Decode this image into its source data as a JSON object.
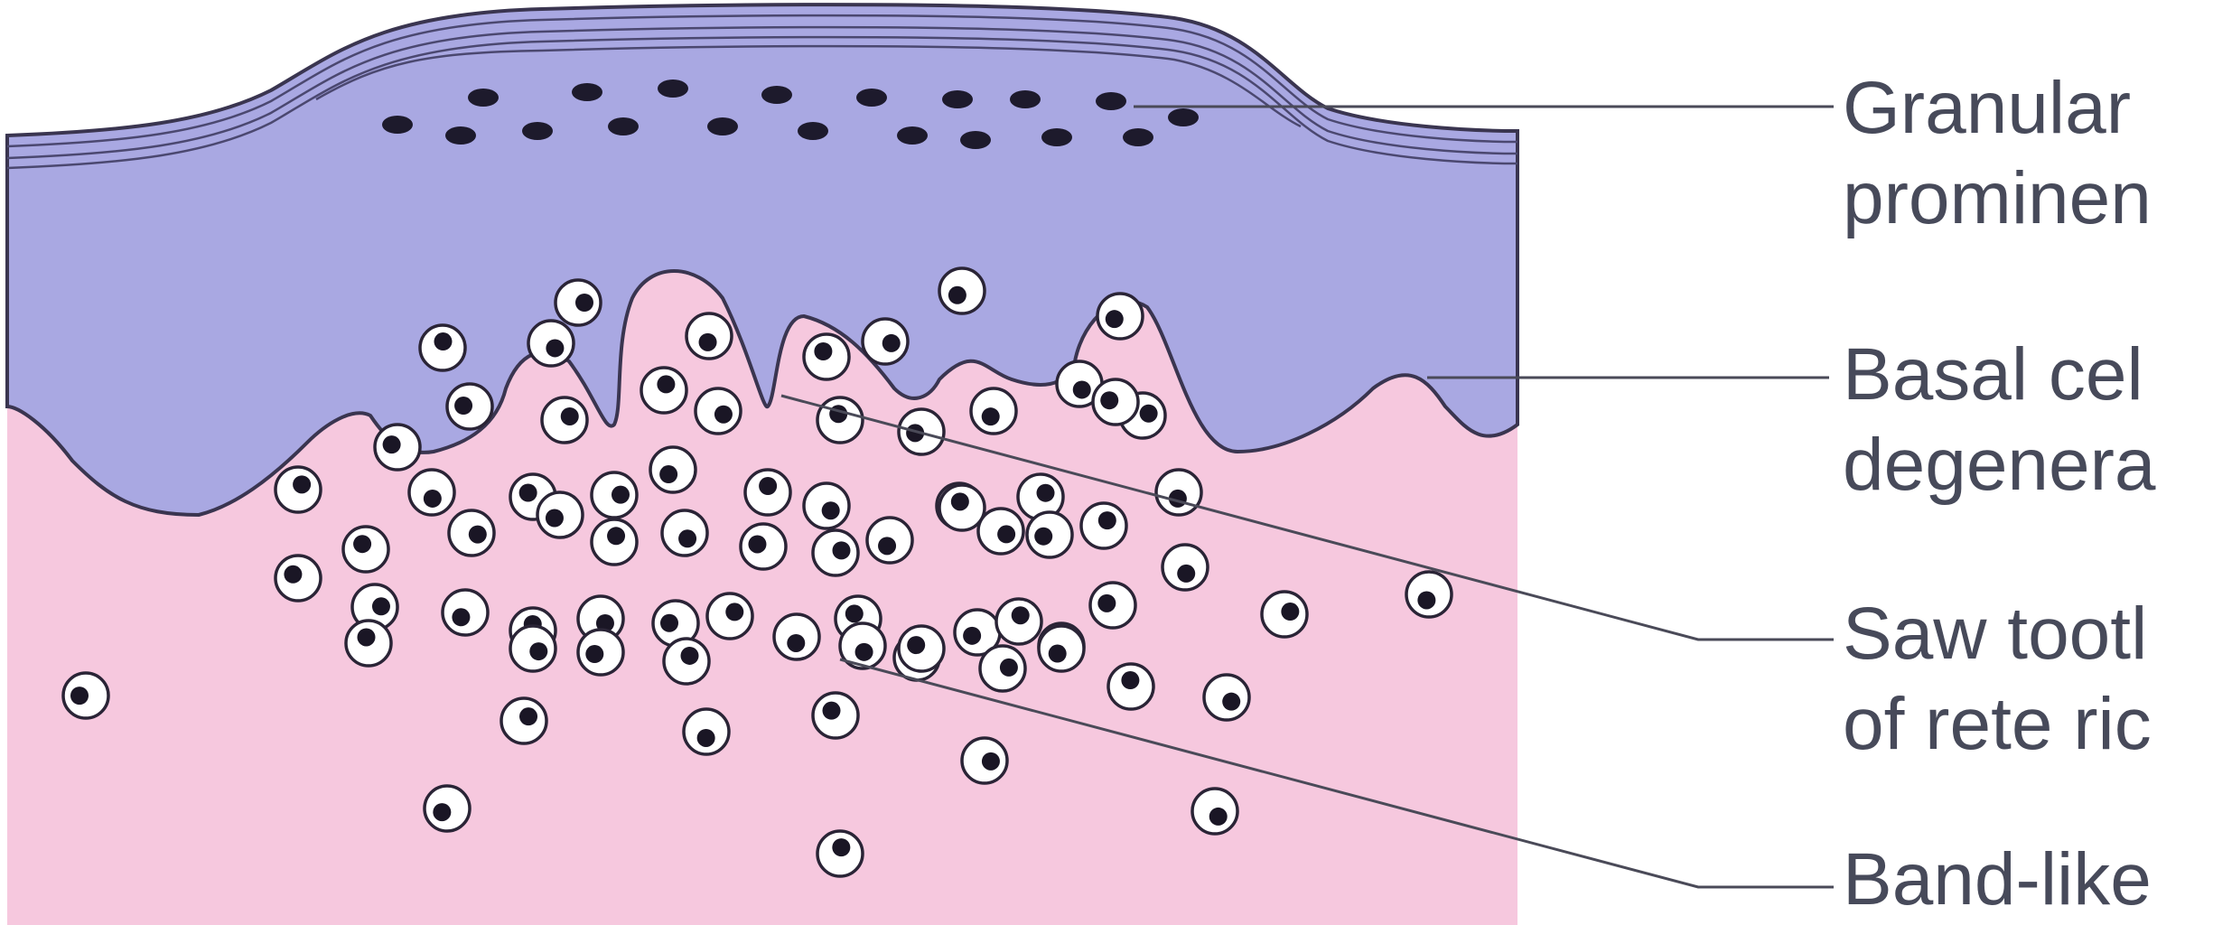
{
  "labels": [
    {
      "id": "granular",
      "lines": [
        "Granular",
        "prominen"
      ]
    },
    {
      "id": "basal",
      "lines": [
        "Basal cel",
        "degenera"
      ]
    },
    {
      "id": "sawtooth",
      "lines": [
        "Saw tootl",
        "of rete ric"
      ]
    },
    {
      "id": "band",
      "lines": [
        "Band-like"
      ]
    }
  ],
  "colors": {
    "epidermis": "#a9a8e2",
    "dermis": "#f6c8de",
    "outline": "#3a3550",
    "leader": "#4a4a58",
    "label_text": "#474a5a"
  }
}
